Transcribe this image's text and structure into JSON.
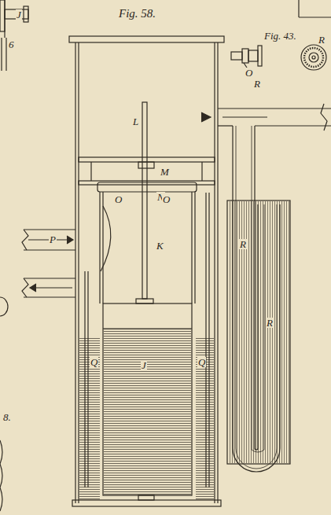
{
  "diagram": {
    "title": "Fig. 58.",
    "labels": [
      "Fig. 43.",
      "R",
      "O",
      "R",
      "L",
      "M",
      "N",
      "O",
      "O",
      "P",
      "K",
      "J",
      "Q",
      "Q",
      "R",
      "R",
      "J",
      "6",
      "8."
    ]
  }
}
